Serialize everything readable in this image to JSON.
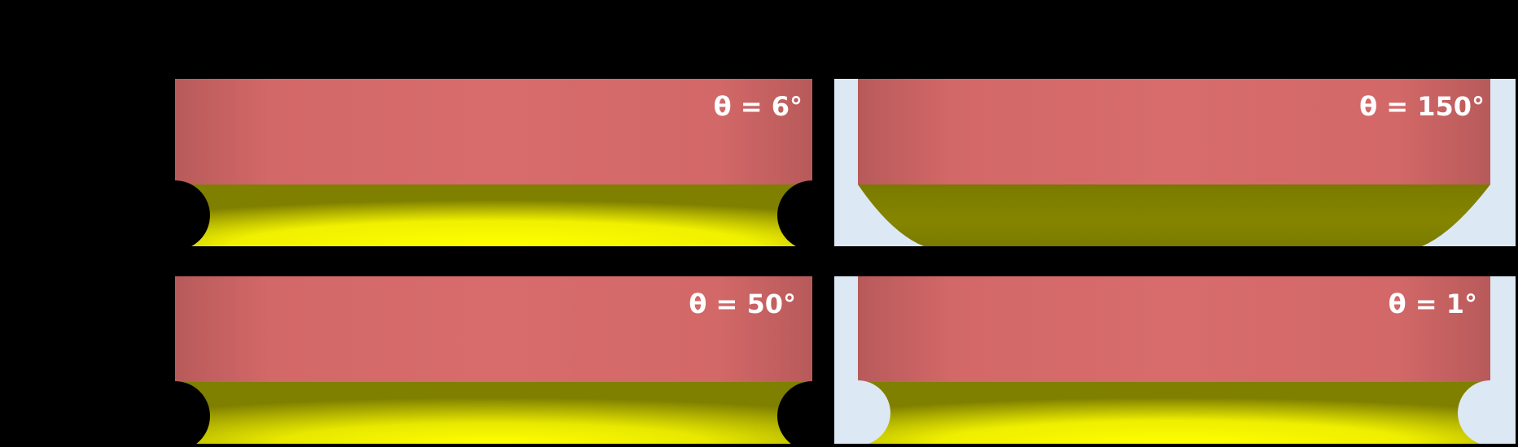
{
  "panels": [
    {
      "id": "top-left",
      "label": "θ = 6°"
    },
    {
      "id": "top-right",
      "label": "θ = 150°"
    },
    {
      "id": "bottom-left",
      "label": "θ = 50°"
    },
    {
      "id": "bottom-right",
      "label": "θ = 1°"
    }
  ],
  "colors": {
    "background": "#000000",
    "upper_body": "#d66a6a",
    "liquid_bright": "#f8f800",
    "liquid_dark": "#7f7f00",
    "panel_backdrop_light": "#dce8f4"
  }
}
